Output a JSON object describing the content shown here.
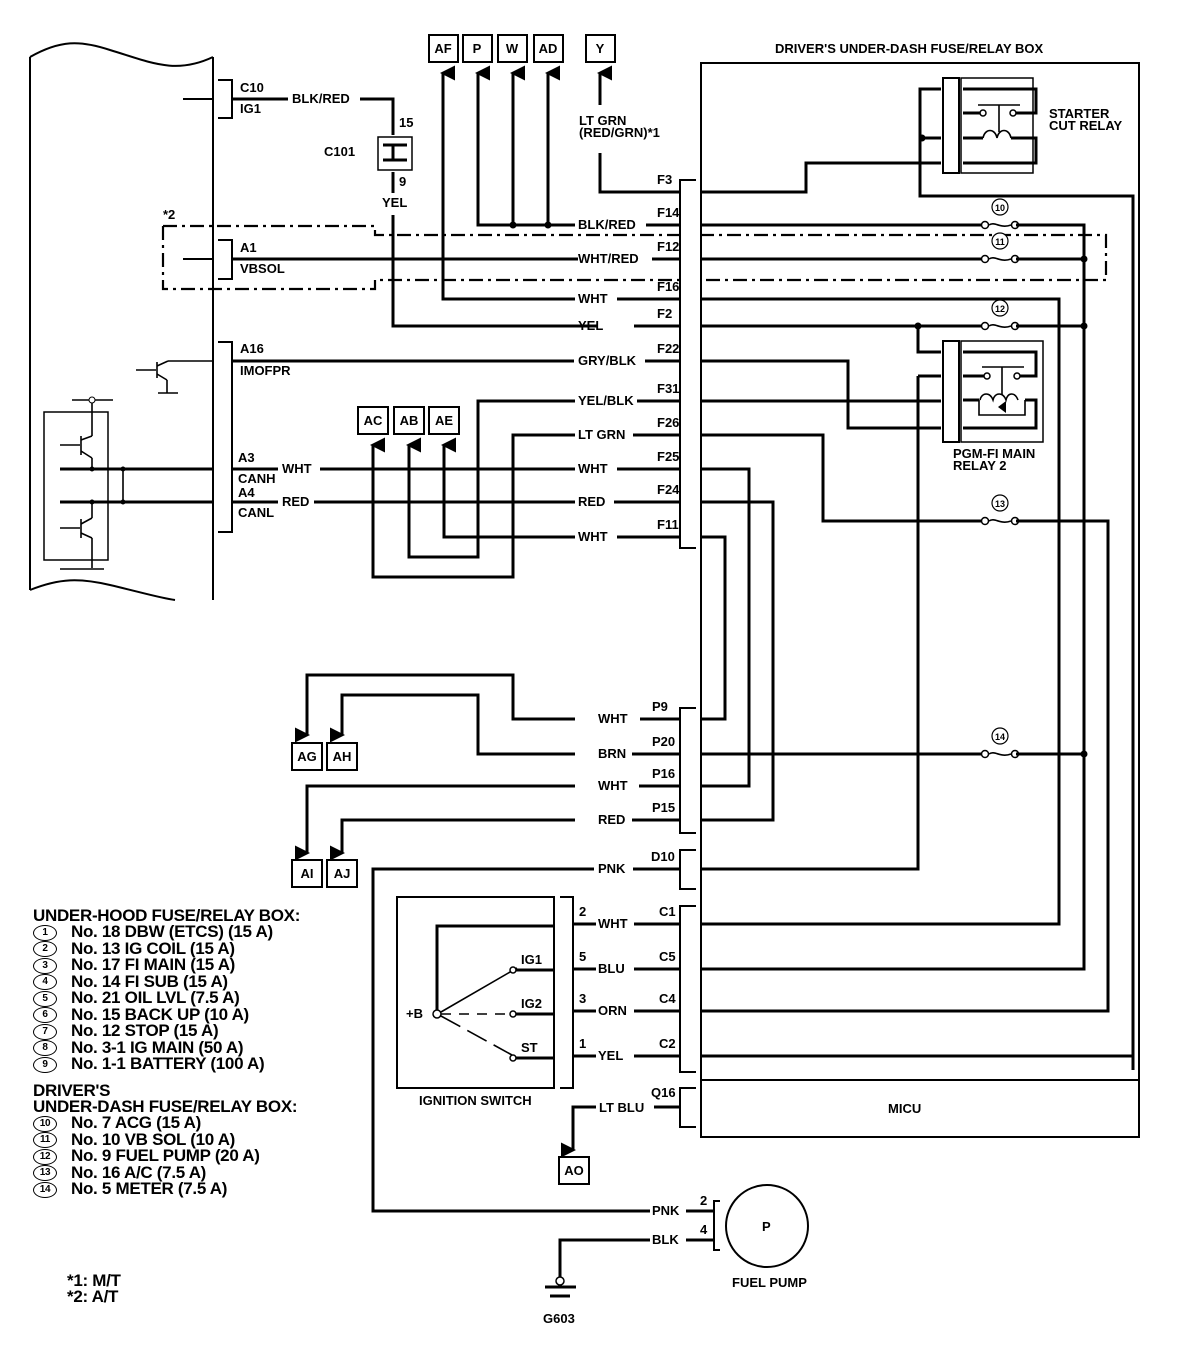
{
  "title": "DRIVER'S UNDER-DASH FUSE/RELAY BOX",
  "ecm": {
    "connectors": [
      {
        "pin": "C10",
        "signal": "IG1",
        "wire": "BLK/RED"
      },
      {
        "pin": "A1",
        "signal": "VBSOL"
      },
      {
        "pin": "A16",
        "signal": "IMOFPR"
      },
      {
        "pin": "A3",
        "signal": "CANH",
        "wire": "WHT"
      },
      {
        "pin": "A4",
        "signal": "CANL",
        "wire": "RED"
      }
    ],
    "note_star2": "*2"
  },
  "c101": {
    "label": "C101",
    "pin_top": "15",
    "pin_bottom": "9",
    "wire_below": "YEL"
  },
  "top_refs": [
    "AF",
    "P",
    "W",
    "AD",
    "Y"
  ],
  "y_wire": {
    "line1": "LT GRN",
    "line2": "(RED/GRN)*1"
  },
  "mid_refs": [
    "AC",
    "AB",
    "AE"
  ],
  "left_refs_upper": [
    "AG",
    "AH"
  ],
  "left_refs_lower": [
    "AI",
    "AJ"
  ],
  "bottom_ref": "AO",
  "f_connector": [
    {
      "pin": "F3",
      "wire": ""
    },
    {
      "pin": "F14",
      "wire": "BLK/RED"
    },
    {
      "pin": "F12",
      "wire": "WHT/RED"
    },
    {
      "pin": "F16",
      "wire": "WHT"
    },
    {
      "pin": "F2",
      "wire": "YEL"
    },
    {
      "pin": "F22",
      "wire": "GRY/BLK"
    },
    {
      "pin": "F31",
      "wire": "YEL/BLK"
    },
    {
      "pin": "F26",
      "wire": "LT GRN"
    },
    {
      "pin": "F25",
      "wire": "WHT"
    },
    {
      "pin": "F24",
      "wire": "RED"
    },
    {
      "pin": "F11",
      "wire": "WHT"
    }
  ],
  "p_connector": [
    {
      "pin": "P9",
      "wire": "WHT"
    },
    {
      "pin": "P20",
      "wire": "BRN"
    },
    {
      "pin": "P16",
      "wire": "WHT"
    },
    {
      "pin": "P15",
      "wire": "RED"
    }
  ],
  "d_connector": [
    {
      "pin": "D10",
      "wire": "PNK"
    }
  ],
  "c_connector": [
    {
      "pin": "C1",
      "wire": "WHT",
      "switch_pin": "2"
    },
    {
      "pin": "C5",
      "wire": "BLU",
      "switch_pin": "5"
    },
    {
      "pin": "C4",
      "wire": "ORN",
      "switch_pin": "3"
    },
    {
      "pin": "C2",
      "wire": "YEL",
      "switch_pin": "1"
    }
  ],
  "q_connector": [
    {
      "pin": "Q16",
      "wire": "LT BLU"
    }
  ],
  "relays": {
    "starter_cut": [
      "STARTER",
      "CUT RELAY"
    ],
    "pgm_fi": [
      "PGM-FI MAIN",
      "RELAY 2"
    ]
  },
  "fuse_marks": [
    "10",
    "11",
    "12",
    "13",
    "14"
  ],
  "micu": "MICU",
  "ignition_switch": {
    "label": "IGNITION SWITCH",
    "terminals": [
      "+B",
      "IG1",
      "IG2",
      "ST"
    ]
  },
  "fuel_pump": {
    "label": "FUEL PUMP",
    "symbol": "P",
    "pins": [
      "2",
      "4"
    ],
    "wires": [
      "PNK",
      "BLK"
    ]
  },
  "ground": "G603",
  "legend": {
    "under_hood_title": "UNDER-HOOD FUSE/RELAY BOX:",
    "under_hood": [
      {
        "n": "1",
        "text": "No. 18 DBW (ETCS) (15 A)"
      },
      {
        "n": "2",
        "text": "No. 13 IG COIL (15 A)"
      },
      {
        "n": "3",
        "text": "No. 17 FI MAIN (15 A)"
      },
      {
        "n": "4",
        "text": "No. 14 FI SUB (15 A)"
      },
      {
        "n": "5",
        "text": "No. 21 OIL LVL (7.5 A)"
      },
      {
        "n": "6",
        "text": "No. 15 BACK UP (10 A)"
      },
      {
        "n": "7",
        "text": "No. 12 STOP (15 A)"
      },
      {
        "n": "8",
        "text": "No. 3-1 IG MAIN (50 A)"
      },
      {
        "n": "9",
        "text": "No. 1-1 BATTERY (100 A)"
      }
    ],
    "under_dash_title1": "DRIVER'S",
    "under_dash_title2": "UNDER-DASH FUSE/RELAY BOX:",
    "under_dash": [
      {
        "n": "10",
        "text": "No. 7 ACG (15 A)"
      },
      {
        "n": "11",
        "text": "No. 10 VB SOL (10 A)"
      },
      {
        "n": "12",
        "text": "No. 9 FUEL PUMP (20 A)"
      },
      {
        "n": "13",
        "text": "No. 16 A/C (7.5 A)"
      },
      {
        "n": "14",
        "text": "No. 5 METER (7.5 A)"
      }
    ],
    "notes": [
      "*1: M/T",
      "*2: A/T"
    ]
  }
}
